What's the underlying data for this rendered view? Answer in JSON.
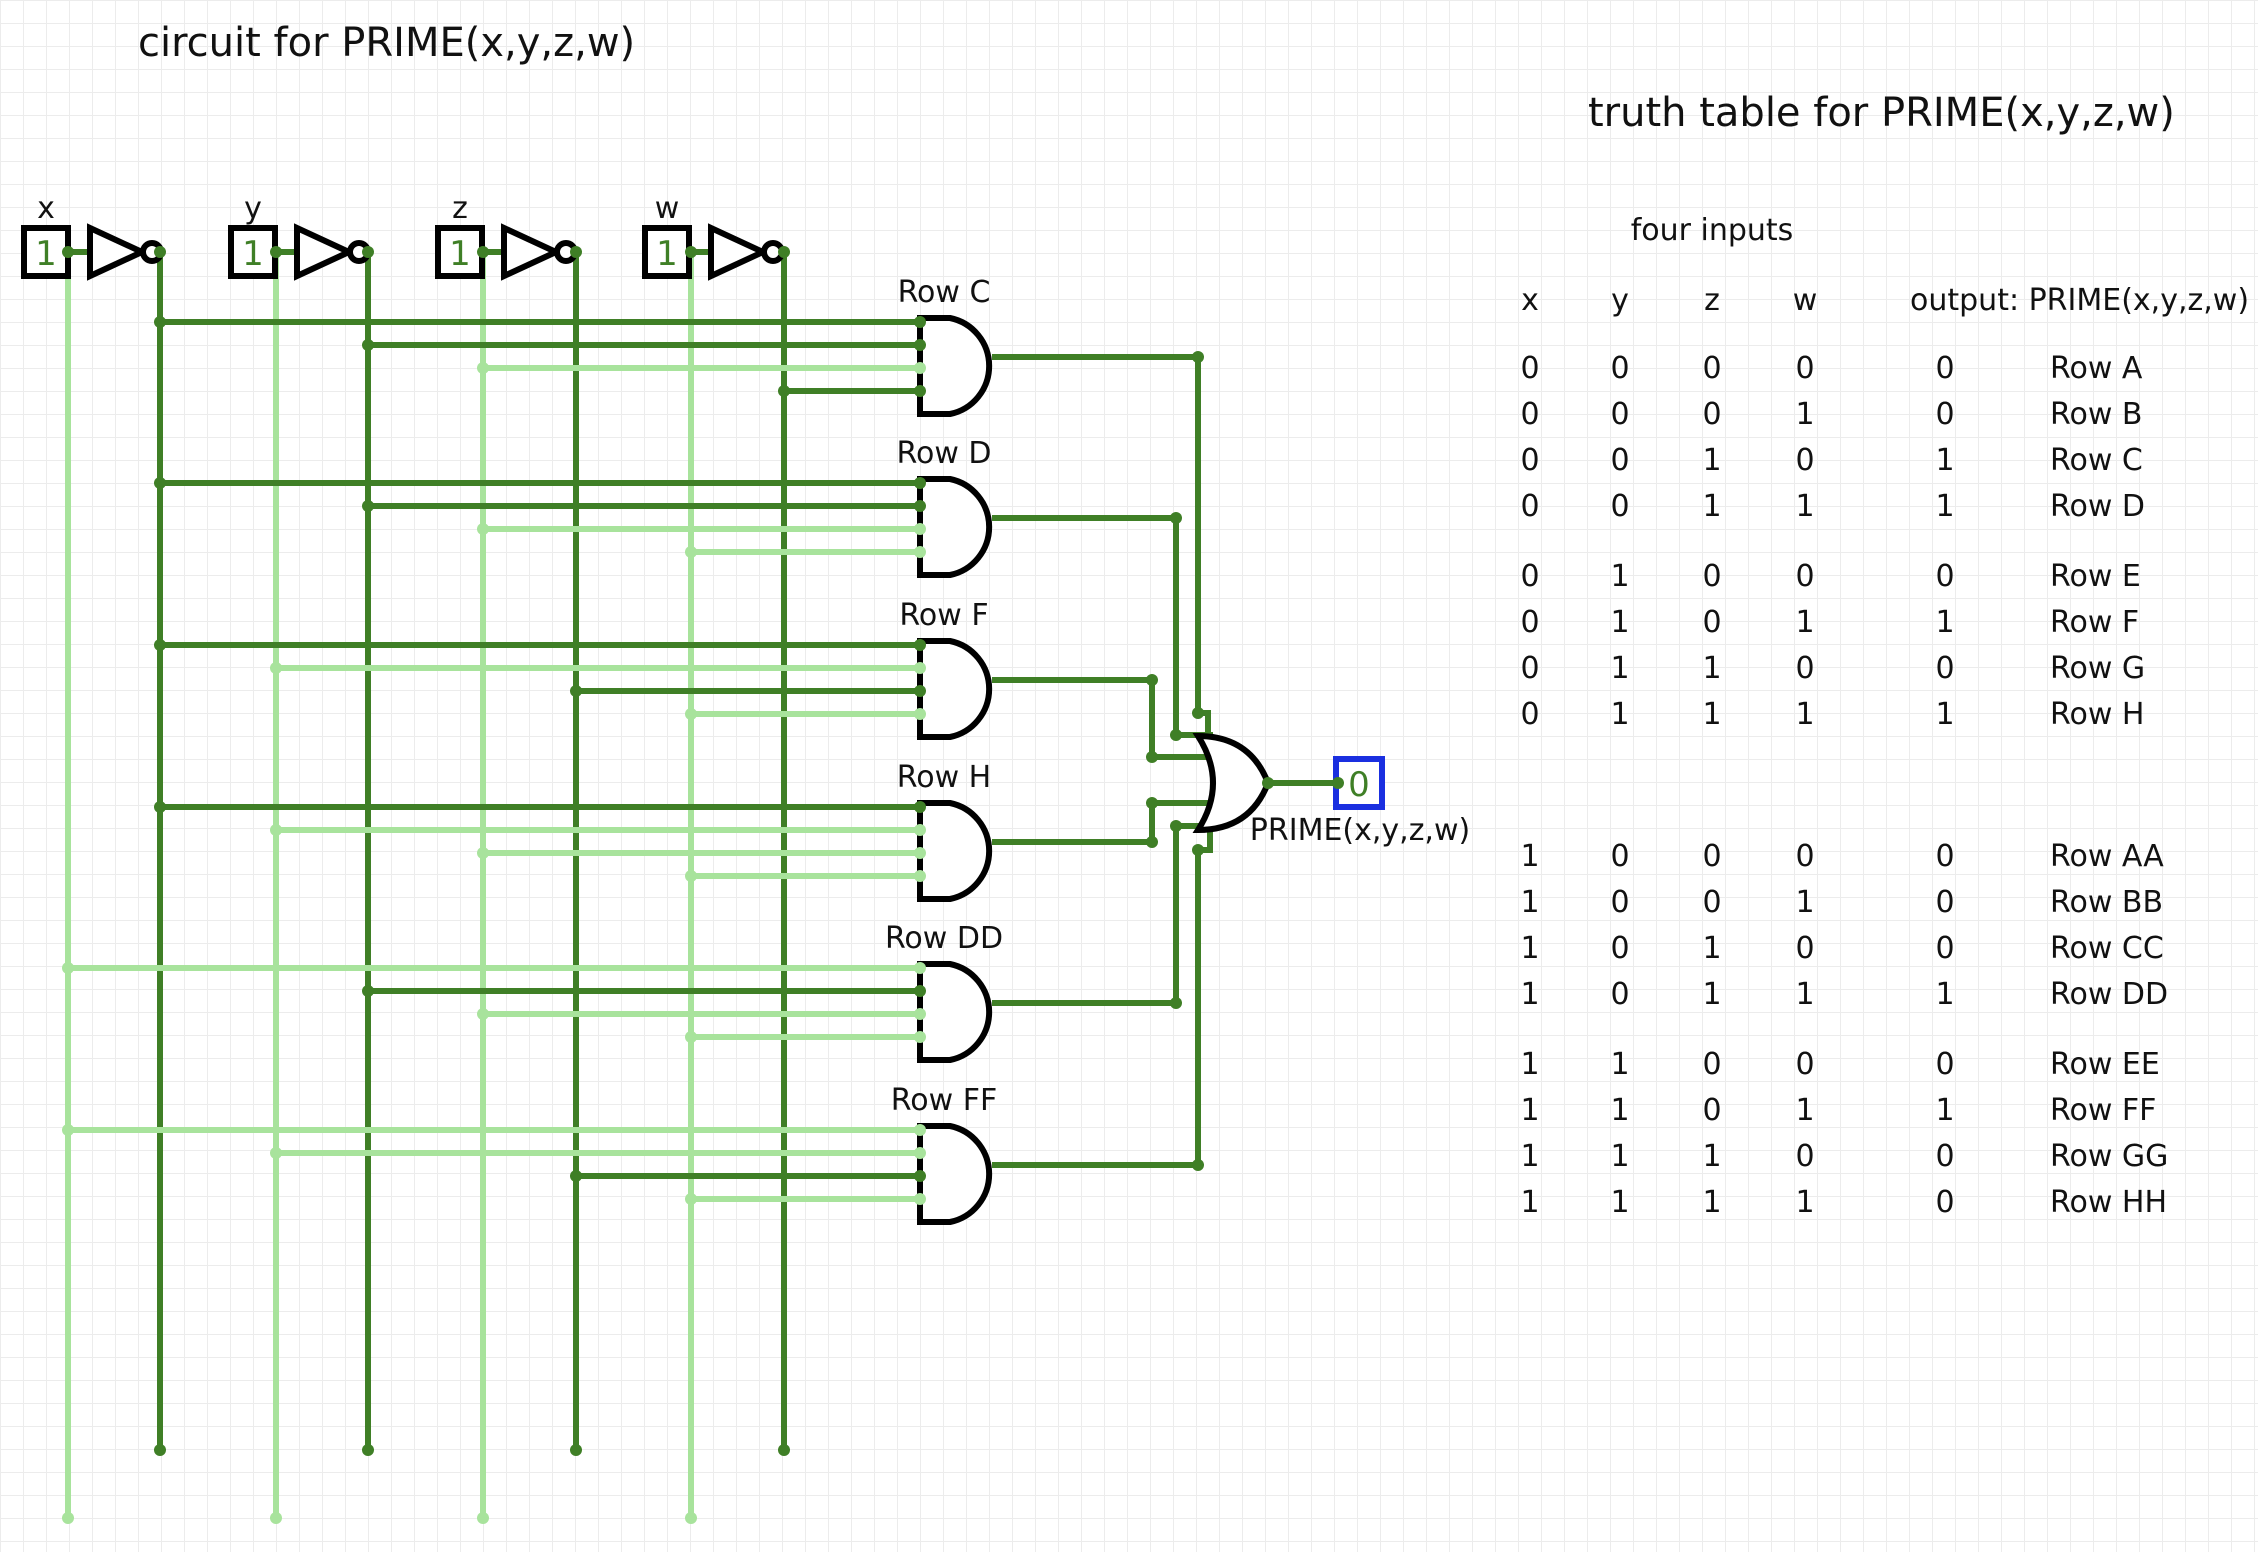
{
  "circuit_title": "circuit for PRIME(x,y,z,w)",
  "table_title": "truth table for PRIME(x,y,z,w)",
  "colors": {
    "wire_on": "#3f7f26",
    "wire_off": "#a8e39c",
    "output_border": "#1a2fe0",
    "gate_stroke": "#000000",
    "input_text": "#3f7f26"
  },
  "inputs": [
    {
      "name": "x",
      "value": "1"
    },
    {
      "name": "y",
      "value": "1"
    },
    {
      "name": "z",
      "value": "1"
    },
    {
      "name": "w",
      "value": "1"
    }
  ],
  "gates": [
    {
      "label": "Row C"
    },
    {
      "label": "Row D"
    },
    {
      "label": "Row F"
    },
    {
      "label": "Row H"
    },
    {
      "label": "Row DD"
    },
    {
      "label": "Row FF"
    }
  ],
  "output": {
    "name": "PRIME(x,y,z,w)",
    "value": "0"
  },
  "truth_table": {
    "group_header": "four inputs",
    "headers": [
      "x",
      "y",
      "z",
      "w",
      "output: PRIME(x,y,z,w)"
    ],
    "rows": [
      {
        "x": "0",
        "y": "0",
        "z": "0",
        "w": "0",
        "out": "0",
        "label": "Row A"
      },
      {
        "x": "0",
        "y": "0",
        "z": "0",
        "w": "1",
        "out": "0",
        "label": "Row B"
      },
      {
        "x": "0",
        "y": "0",
        "z": "1",
        "w": "0",
        "out": "1",
        "label": "Row C"
      },
      {
        "x": "0",
        "y": "0",
        "z": "1",
        "w": "1",
        "out": "1",
        "label": "Row D"
      },
      {
        "x": "0",
        "y": "1",
        "z": "0",
        "w": "0",
        "out": "0",
        "label": "Row E"
      },
      {
        "x": "0",
        "y": "1",
        "z": "0",
        "w": "1",
        "out": "1",
        "label": "Row F"
      },
      {
        "x": "0",
        "y": "1",
        "z": "1",
        "w": "0",
        "out": "0",
        "label": "Row G"
      },
      {
        "x": "0",
        "y": "1",
        "z": "1",
        "w": "1",
        "out": "1",
        "label": "Row H"
      },
      {
        "x": "1",
        "y": "0",
        "z": "0",
        "w": "0",
        "out": "0",
        "label": "Row AA"
      },
      {
        "x": "1",
        "y": "0",
        "z": "0",
        "w": "1",
        "out": "0",
        "label": "Row BB"
      },
      {
        "x": "1",
        "y": "0",
        "z": "1",
        "w": "0",
        "out": "0",
        "label": "Row CC"
      },
      {
        "x": "1",
        "y": "0",
        "z": "1",
        "w": "1",
        "out": "1",
        "label": "Row DD"
      },
      {
        "x": "1",
        "y": "1",
        "z": "0",
        "w": "0",
        "out": "0",
        "label": "Row EE"
      },
      {
        "x": "1",
        "y": "1",
        "z": "0",
        "w": "1",
        "out": "1",
        "label": "Row FF"
      },
      {
        "x": "1",
        "y": "1",
        "z": "1",
        "w": "0",
        "out": "0",
        "label": "Row GG"
      },
      {
        "x": "1",
        "y": "1",
        "z": "1",
        "w": "1",
        "out": "0",
        "label": "Row HH"
      }
    ]
  }
}
